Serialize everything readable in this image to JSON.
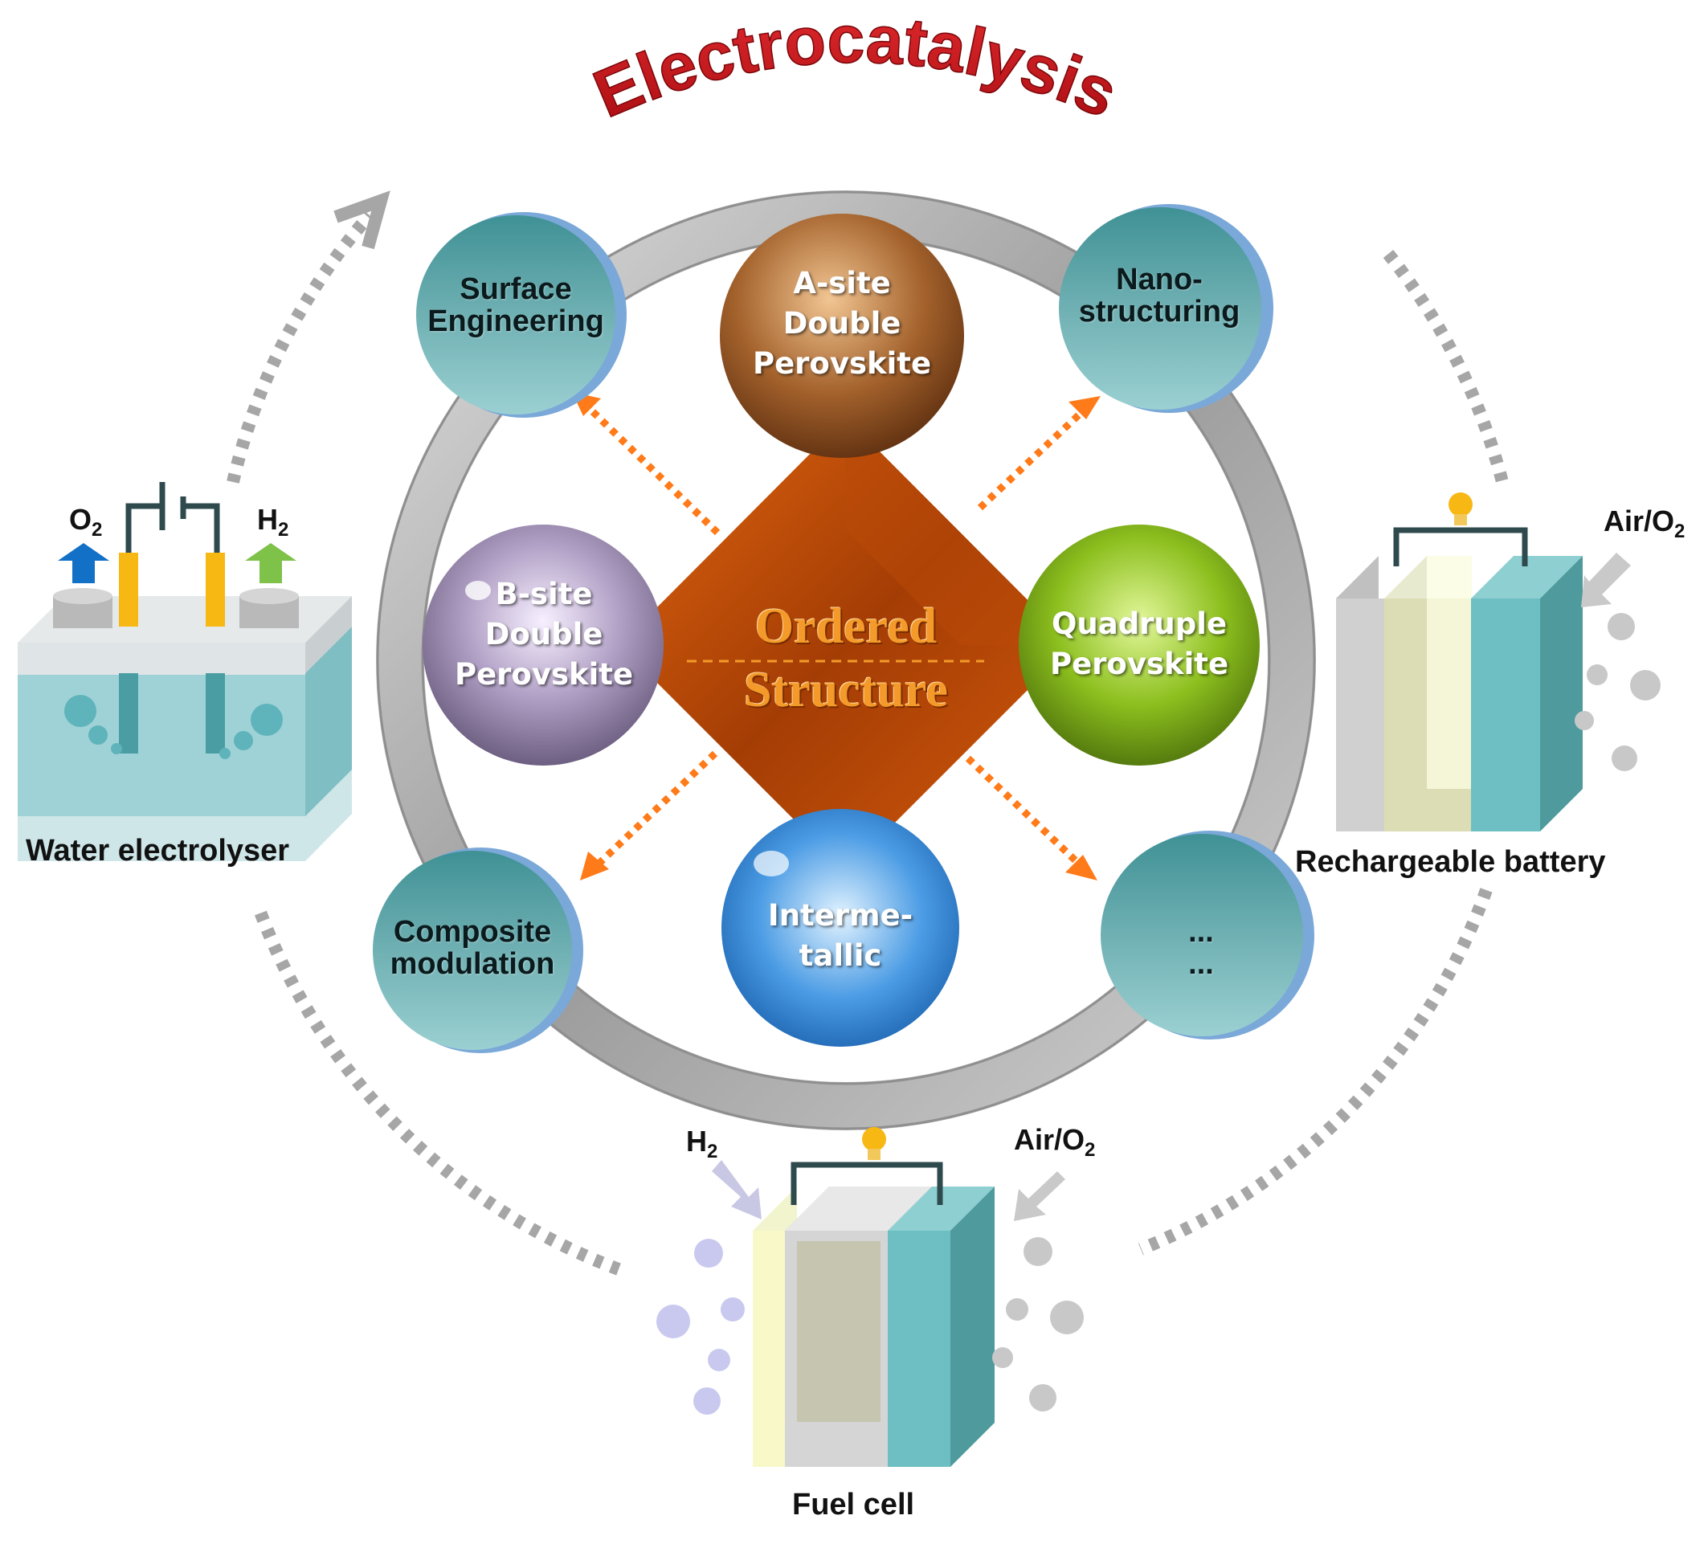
{
  "title": "Electrocatalysis",
  "center": {
    "line1": "Ordered",
    "line2": "Structure"
  },
  "spheres": {
    "a_site": [
      "A-site",
      "Double",
      "Perovskite"
    ],
    "b_site": [
      "B-site",
      "Double",
      "Perovskite"
    ],
    "quadruple": [
      "Quadruple",
      "Perovskite"
    ],
    "intermetallic": [
      "Interme-",
      "tallic"
    ]
  },
  "strategies": {
    "surface": [
      "Surface",
      "Engineering"
    ],
    "nano": [
      "Nano-",
      "structuring"
    ],
    "composite": [
      "Composite",
      "modulation"
    ],
    "more": [
      "...",
      "..."
    ]
  },
  "devices": {
    "water_electrolyser": {
      "caption": "Water electrolyser",
      "gas_left": "O",
      "gas_left_sub": "2",
      "gas_right": "H",
      "gas_right_sub": "2"
    },
    "rechargeable_battery": {
      "caption": "Rechargeable battery",
      "gas": "Air/O",
      "gas_sub": "2"
    },
    "fuel_cell": {
      "caption": "Fuel cell",
      "gas_left": "H",
      "gas_left_sub": "2",
      "gas_right": "Air/O",
      "gas_right_sub": "2"
    }
  },
  "colors": {
    "title": "#c8151b",
    "diamond": "#c8500a",
    "dashed_arrow": "#ff7a18",
    "ring": "#a8a8a8",
    "teal": "#5fa9ac",
    "a_site": "#8a4a1c",
    "b_site": "#7d6a8f",
    "quadruple": "#6b9a12",
    "intermetallic": "#1f6fc4"
  }
}
